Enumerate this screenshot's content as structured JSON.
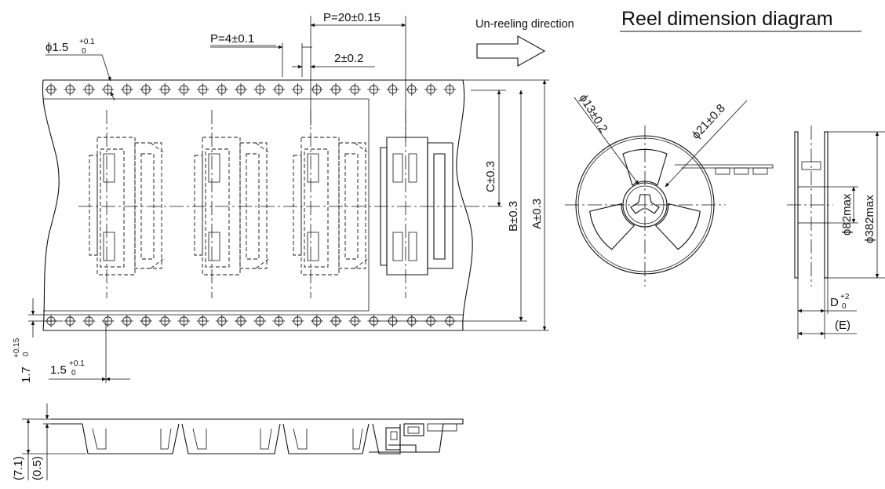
{
  "title": "Reel dimension diagram",
  "unreel_label": "Un-reeling direction",
  "dims": {
    "pitch_main": "P=20±0.15",
    "pitch_hole": "P=4±0.1",
    "hole_offset": "2±0.2",
    "hole_dia_prefix": "ϕ1.5",
    "hole_dia_sup": "+0.1",
    "hole_dia_sub": "0",
    "dim_c": "C±0.3",
    "dim_b": "B±0.3",
    "dim_a": "A±0.3",
    "edge_prefix": "1.7",
    "edge_sup": "+0.15",
    "edge_sub": "0",
    "hole_offset2_prefix": "1.5",
    "hole_offset2_sup": "+0.1",
    "hole_offset2_sub": "0",
    "hub_dia": "ϕ13±0.2",
    "spindle_dia": "ϕ21±0.8",
    "hub_outer": "ϕ82max",
    "reel_outer": "ϕ382max",
    "width_d_prefix": "D",
    "width_d_sup": "+2",
    "width_d_sub": "0",
    "width_e": "(E)",
    "depth_total": "(7.1)",
    "thickness": "(0.5)"
  }
}
